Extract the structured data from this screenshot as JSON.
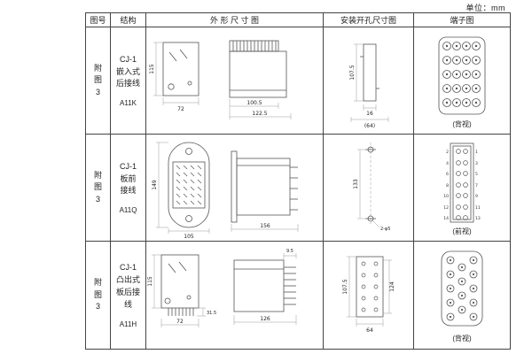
{
  "unit_label": "单位：mm",
  "headers": {
    "fig": "图号",
    "structure": "结构",
    "outline": "外 形 尺 寸 图",
    "install": "安装开孔尺寸图",
    "terminal": "端子图"
  },
  "rows": [
    {
      "fig": "附图3",
      "structure": "CJ-1\n嵌入式\n后接线",
      "model": "A11K",
      "dims": {
        "h": "115",
        "w": "72",
        "side_a": "100.5",
        "side_b": "122.5",
        "cut_h": "107.5",
        "cut_w": "16",
        "cut_span": "(64)"
      },
      "view": "(背视)"
    },
    {
      "fig": "附图3",
      "structure": "CJ-1\n板前\n接线",
      "model": "A11Q",
      "dims": {
        "h": "149",
        "w": "105",
        "side": "156",
        "pitch": "133",
        "hole": "2-φ5"
      },
      "view": "(前视)",
      "terminal_numbers": {
        "left": [
          "2",
          "4",
          "6",
          "8",
          "10",
          "12",
          "14"
        ],
        "right": [
          "1",
          "3",
          "5",
          "7",
          "9",
          "11",
          "13"
        ]
      }
    },
    {
      "fig": "附图3",
      "structure": "CJ-1\n凸出式\n板后接\n线",
      "model": "A11H",
      "dims": {
        "h": "115",
        "w": "72",
        "pin_len": "31.5",
        "pin": "9.5",
        "side": "126",
        "cut_h": "107.5",
        "cut_h2": "124",
        "cut_w": "64"
      },
      "view": "(背视)"
    }
  ]
}
